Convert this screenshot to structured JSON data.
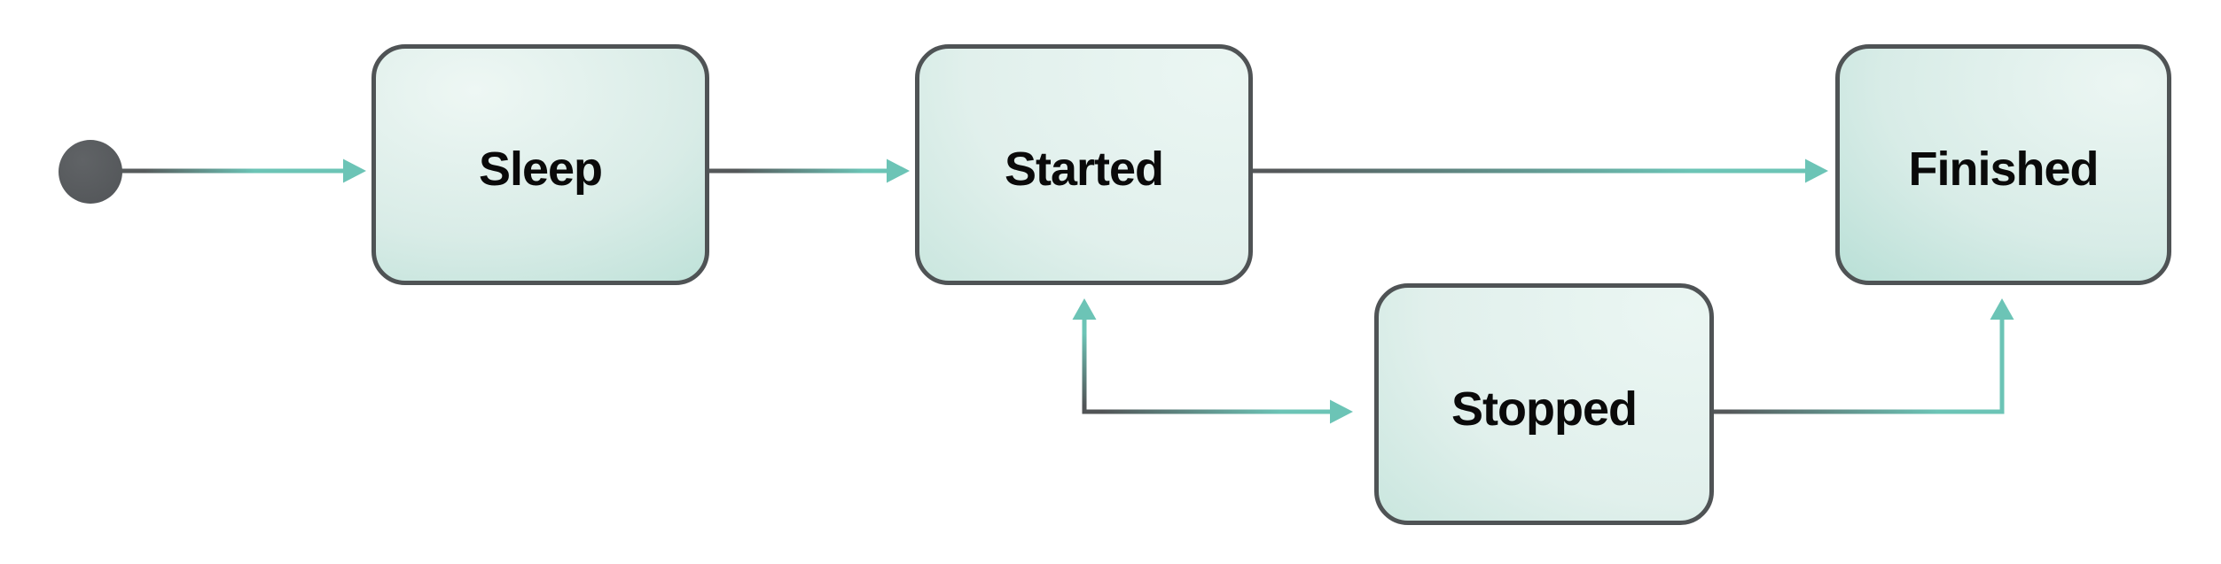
{
  "diagram": {
    "type": "state-machine",
    "background_color": "#ffffff",
    "initial_marker": {
      "shape": "filled-circle",
      "color": "#595b5e"
    },
    "states": [
      {
        "id": "sleep",
        "label": "Sleep"
      },
      {
        "id": "started",
        "label": "Started"
      },
      {
        "id": "stopped",
        "label": "Stopped"
      },
      {
        "id": "finished",
        "label": "Finished"
      }
    ],
    "transitions": [
      {
        "from": "initial",
        "to": "sleep"
      },
      {
        "from": "sleep",
        "to": "started"
      },
      {
        "from": "started",
        "to": "finished"
      },
      {
        "from": "started",
        "to": "stopped"
      },
      {
        "from": "stopped",
        "to": "started"
      },
      {
        "from": "stopped",
        "to": "finished"
      }
    ],
    "colors": {
      "state_border": "#4f5355",
      "state_fill_light": "#ecf6f3",
      "state_fill_dark": "#a9d9cd",
      "arrow_source_gray": "#55585a",
      "arrow_target_teal": "#6cc4b6",
      "label_text": "#0a0a0a"
    }
  }
}
